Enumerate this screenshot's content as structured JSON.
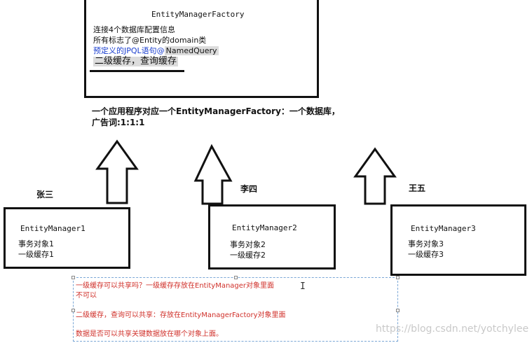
{
  "factory": {
    "title": "EntityManagerFactory",
    "lines": [
      "连接4个数据库配置信息",
      "所有标志了@Entity的domain类",
      "预定义的JPQL语句@",
      "NamedQuery",
      "二级缓存，查询缓存"
    ]
  },
  "caption": {
    "line1": "一个应用程序对应一个EntityManagerFactory：一个数据库，",
    "line2": "广告词:1:1:1"
  },
  "managers": [
    {
      "user": "张三",
      "title": "EntityManager1",
      "tx": "事务对象1",
      "cache": "一级缓存1"
    },
    {
      "user": "李四",
      "title": "EntityManager2",
      "tx": "事务对象2",
      "cache": "一级缓存2"
    },
    {
      "user": "王五",
      "title": "EntityManager3",
      "tx": "事务对象3",
      "cache": "一级缓存3"
    }
  ],
  "notes": [
    "一级缓存可以共享吗？一级缓存存放在EntityManager对象里面",
    "不可以",
    "二级缓存，查询可以共享：存放在EntityManagerFactory对象里面",
    "数据是否可以共享关键数据放在哪个对象上面。"
  ],
  "cursor_glyph": "I",
  "watermark": "https://blog.csdn.net/yotchylee"
}
